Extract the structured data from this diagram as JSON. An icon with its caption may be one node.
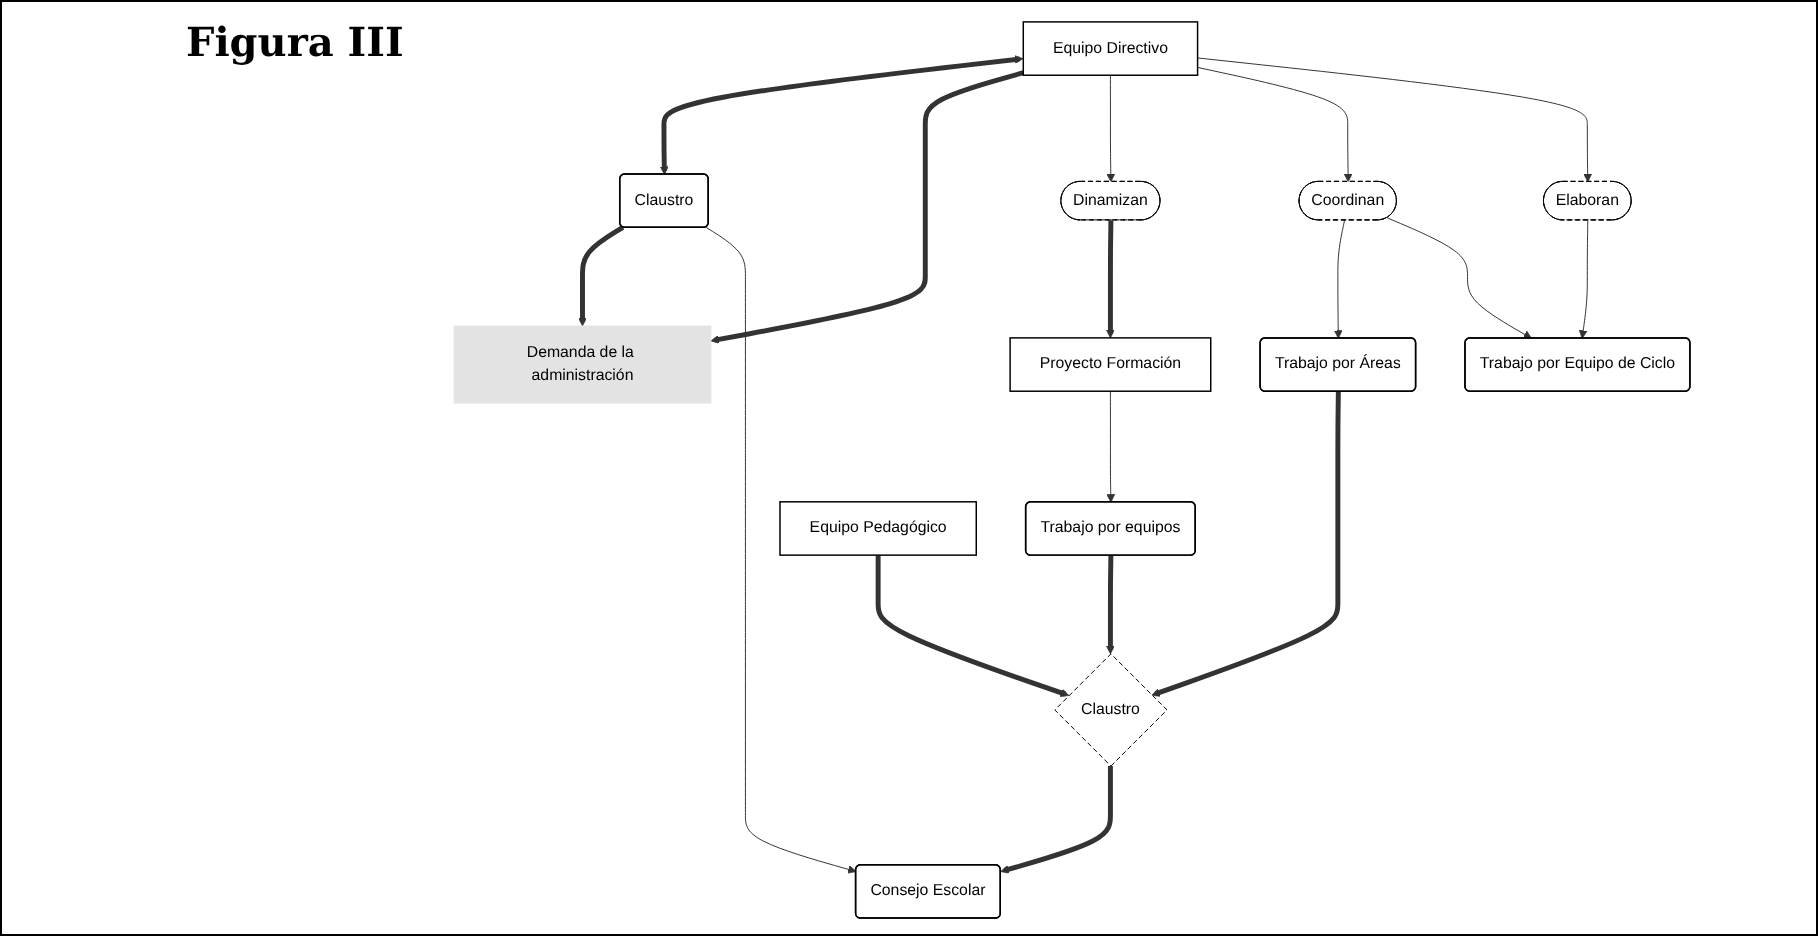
{
  "diagram": {
    "title": "Figura III",
    "nodes": [
      {
        "text": [
          "Demanda de la administración"
        ]
      },
      {
        "text": [
          "Equipo Directivo"
        ]
      },
      {
        "text": [
          "Claustro"
        ]
      },
      {
        "text": [
          "Dinamizan"
        ]
      },
      {
        "text": [
          "Coordinan"
        ]
      },
      {
        "text": [
          "Elaboran"
        ]
      },
      {
        "text": [
          "Proyecto Formación"
        ]
      },
      {
        "text": [
          "Trabajo por Áreas"
        ]
      },
      {
        "text": [
          "Trabajo por Equipo de Ciclo"
        ]
      },
      {
        "text": [
          "Trabajo por equipos"
        ]
      },
      {
        "text": [
          "Equipo Pedagógico"
        ]
      },
      {
        "text": [
          "Claustro"
        ]
      },
      {
        "text": [
          "Consejo Escolar"
        ]
      }
    ],
    "edges": [
      {
        "from": 1,
        "to": 2,
        "arrow": "both",
        "style": "thick"
      },
      {
        "from": 1,
        "to": 0,
        "arrow": "to",
        "style": "thick"
      },
      {
        "from": 2,
        "to": 0,
        "arrow": "to",
        "style": "thick"
      },
      {
        "from": 1,
        "to": 3,
        "arrow": "to"
      },
      {
        "from": 1,
        "to": 4,
        "arrow": "to"
      },
      {
        "from": 1,
        "to": 5,
        "arrow": "to"
      },
      {
        "from": 3,
        "to": 6,
        "arrow": "to",
        "style": "thick"
      },
      {
        "from": 4,
        "to": 7,
        "arrow": "to"
      },
      {
        "from": 4,
        "to": 8,
        "arrow": "to"
      },
      {
        "from": 5,
        "to": 8,
        "arrow": "to"
      },
      {
        "from": 6,
        "to": 9,
        "arrow": "to"
      },
      {
        "from": 9,
        "to": 11,
        "arrow": "to",
        "style": "thick"
      },
      {
        "from": 7,
        "to": 11,
        "arrow": "to",
        "style": "thick"
      },
      {
        "from": 10,
        "to": 11,
        "arrow": "to",
        "style": "thick"
      },
      {
        "from": 11,
        "to": 12,
        "arrow": "to",
        "style": "thick"
      },
      {
        "from": 2,
        "to": 12,
        "arrow": "to"
      }
    ]
  }
}
